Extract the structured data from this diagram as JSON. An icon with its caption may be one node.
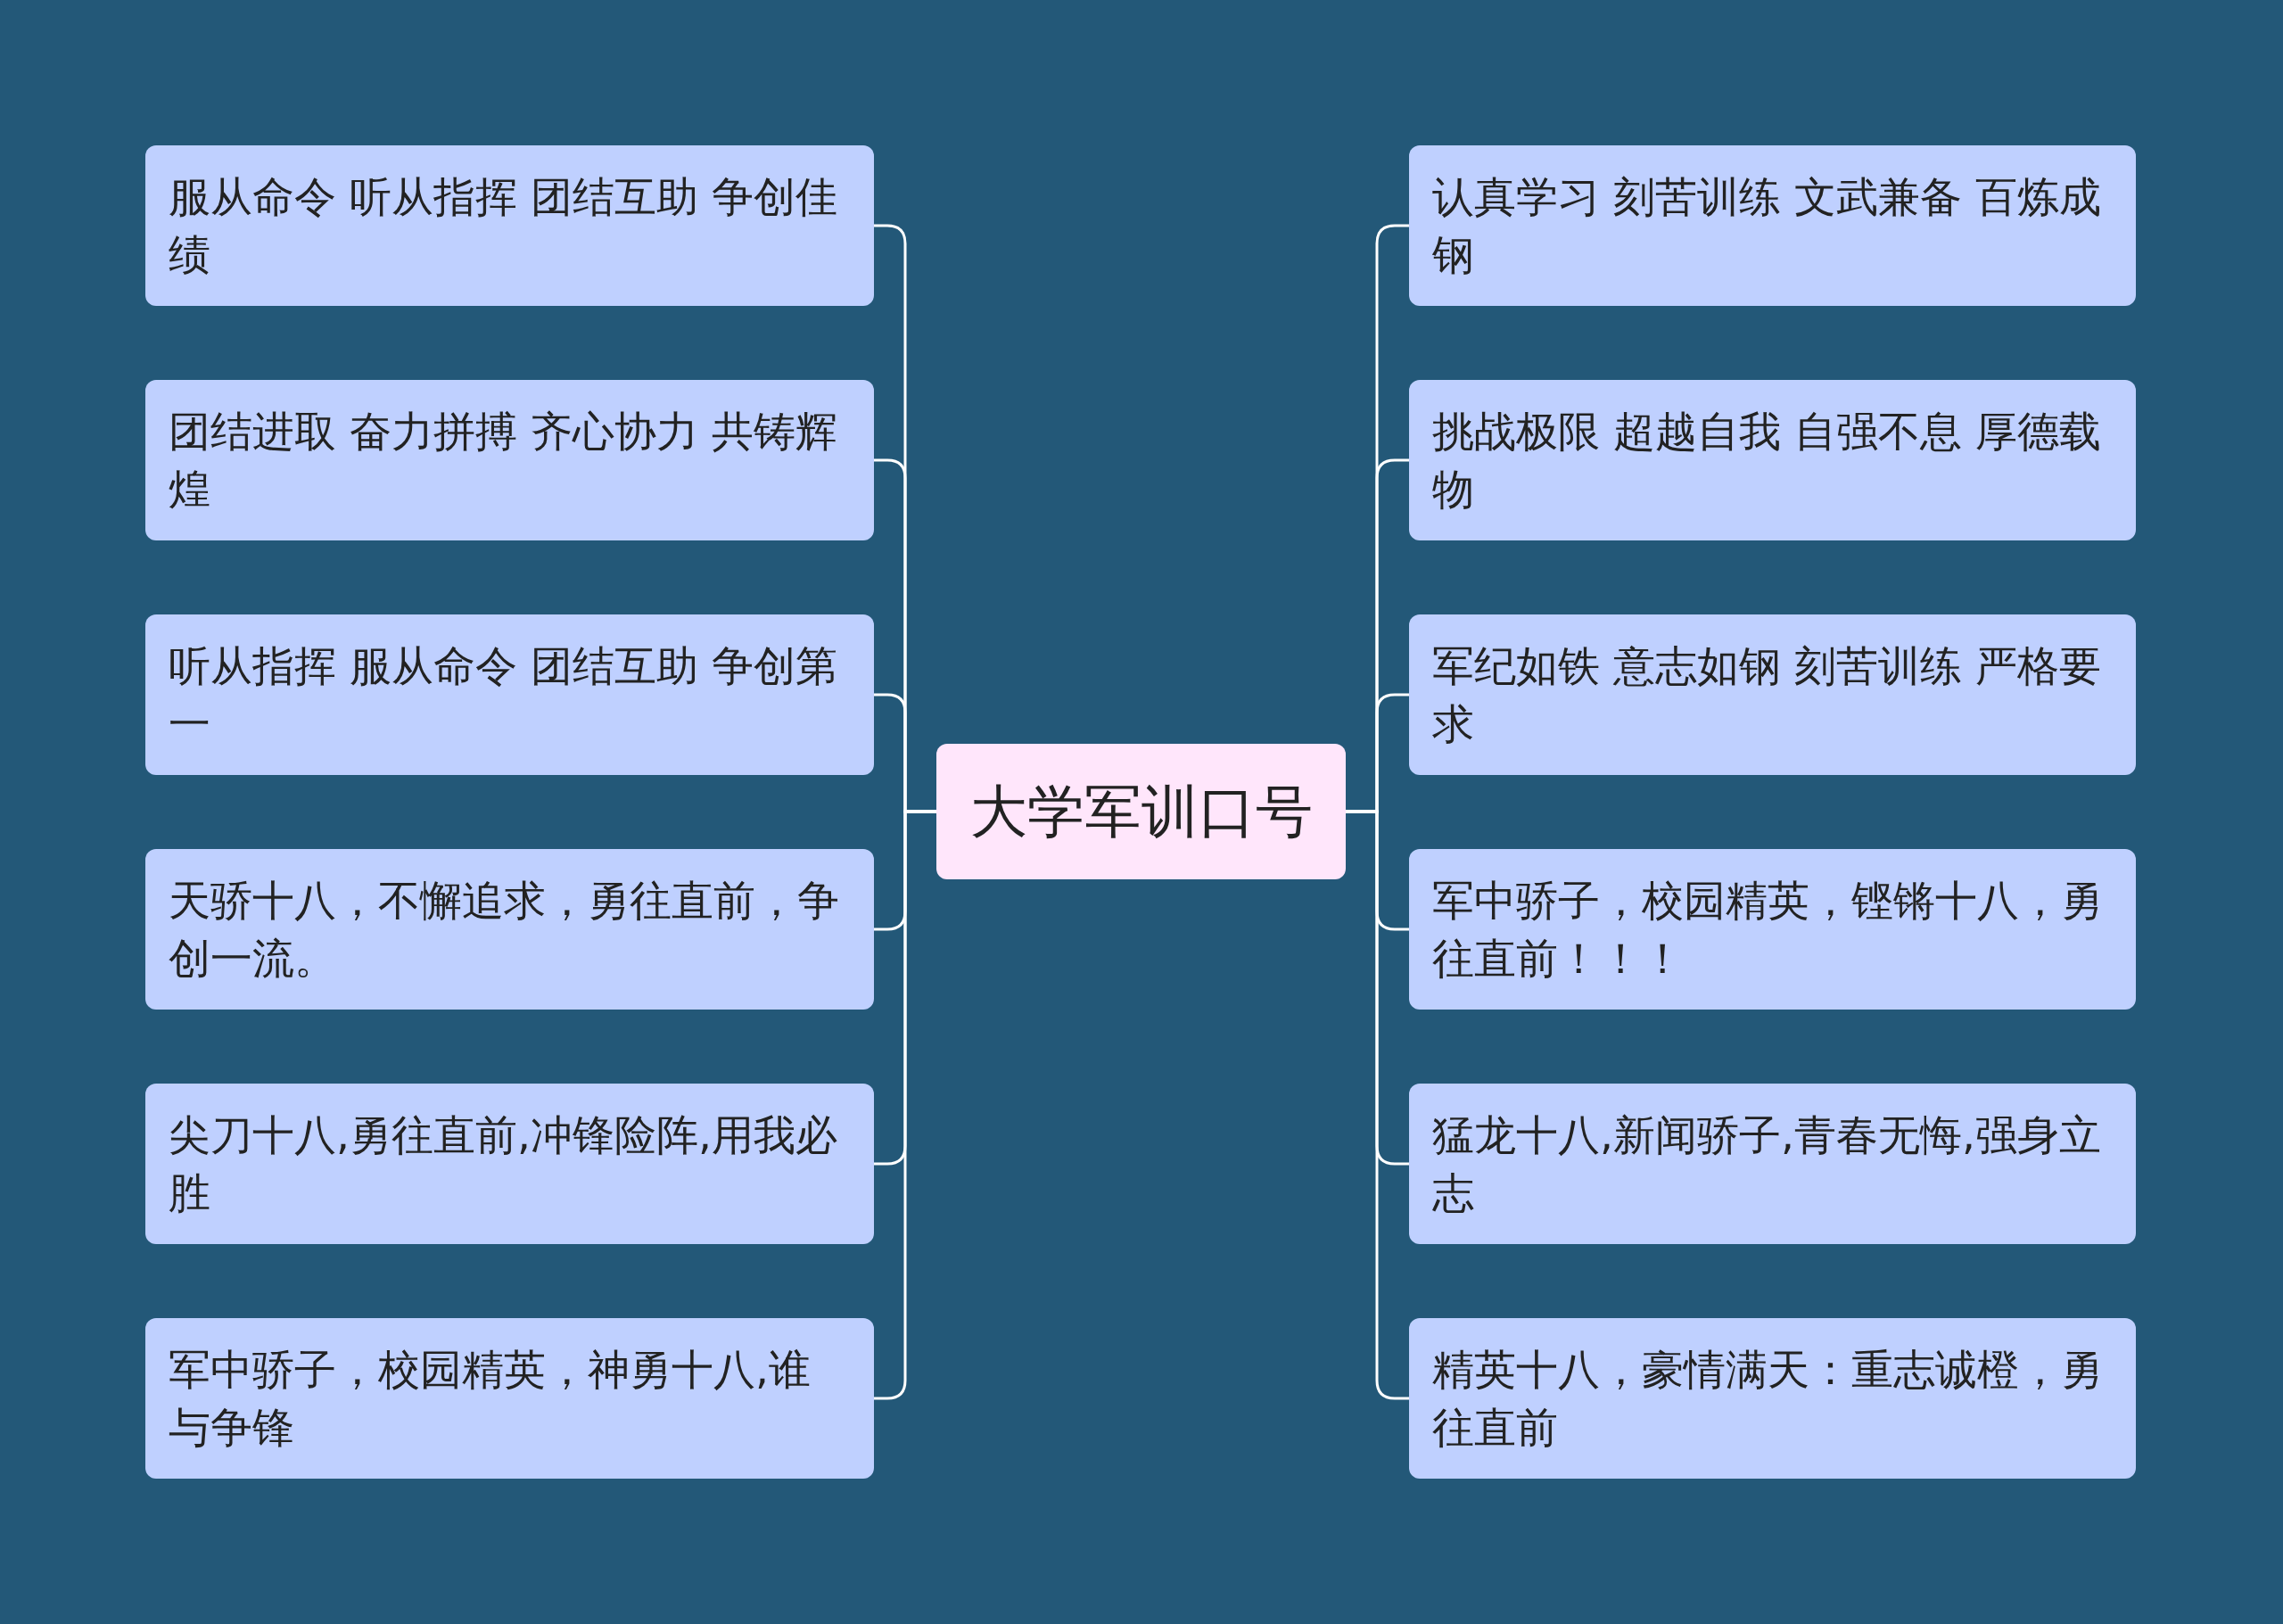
{
  "diagram": {
    "nodes": [
      {
        "text": [
          "大学军训口号"
        ]
      },
      {
        "text": [
          "服从命令 听从指挥 团结互助 争创佳绩"
        ]
      },
      {
        "text": [
          "团结进取 奋力拼搏 齐心协力 共铸辉煌"
        ]
      },
      {
        "text": [
          "听从指挥 服从命令 团结互助 争创第一"
        ]
      },
      {
        "text": [
          "天骄十八，不懈追求，勇往直前，争创一流。"
        ]
      },
      {
        "text": [
          "尖刀十八,勇往直前,冲锋险阵,用我必胜"
        ]
      },
      {
        "text": [
          "军中骄子，校园精英，神勇十八,谁与争锋"
        ]
      },
      {
        "text": [
          "认真学习 刻苦训练 文武兼备 百炼成钢"
        ]
      },
      {
        "text": [
          "挑战极限 超越自我 自强不息 厚德载物"
        ]
      },
      {
        "text": [
          "军纪如铁 意志如钢 刻苦训练 严格要求"
        ]
      },
      {
        "text": [
          "军中骄子，校园精英，铿锵十八，勇往直前！！！"
        ]
      },
      {
        "text": [
          "猛龙十八,新闻骄子,青春无悔,强身立志"
        ]
      },
      {
        "text": [
          "精英十八，豪情满天：重志诚橙，勇往直前"
        ]
      }
    ],
    "edges": [
      {
        "from": 0,
        "to": 1,
        "arrow": "none"
      },
      {
        "from": 0,
        "to": 2,
        "arrow": "none"
      },
      {
        "from": 0,
        "to": 3,
        "arrow": "none"
      },
      {
        "from": 0,
        "to": 4,
        "arrow": "none"
      },
      {
        "from": 0,
        "to": 5,
        "arrow": "none"
      },
      {
        "from": 0,
        "to": 6,
        "arrow": "none"
      },
      {
        "from": 0,
        "to": 7,
        "arrow": "none"
      },
      {
        "from": 0,
        "to": 8,
        "arrow": "none"
      },
      {
        "from": 0,
        "to": 9,
        "arrow": "none"
      },
      {
        "from": 0,
        "to": 10,
        "arrow": "none"
      },
      {
        "from": 0,
        "to": 11,
        "arrow": "none"
      },
      {
        "from": 0,
        "to": 12,
        "arrow": "none"
      }
    ]
  }
}
